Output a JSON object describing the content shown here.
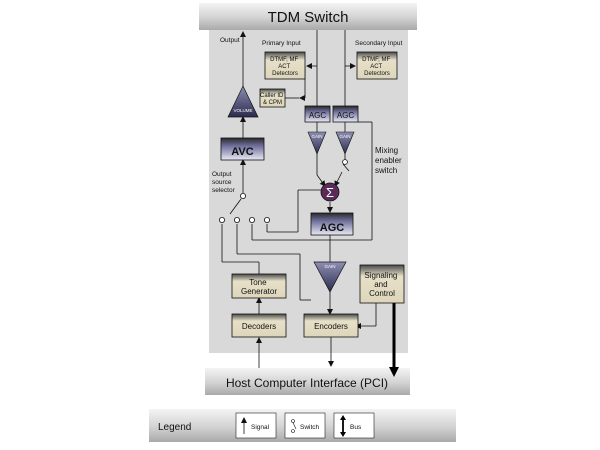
{
  "header_bar": {
    "label": "TDM Switch"
  },
  "footer_bar": {
    "label": "Host Computer Interface (PCI)"
  },
  "labels": {
    "output": "Output",
    "primary_input": "Primary Input",
    "secondary_input": "Secondary Input",
    "output_source_selector": [
      "Output",
      "source",
      "selector"
    ],
    "mixing_enabler_switch": [
      "Mixing",
      "enabler",
      "switch"
    ]
  },
  "blocks": {
    "dtmf_primary": [
      "DTMF, MF",
      "ACT",
      "Detectors"
    ],
    "dtmf_secondary": [
      "DTMF, MF",
      "ACT",
      "Detectors"
    ],
    "caller_id": [
      "Caller ID",
      "& CPM"
    ],
    "agc_left": "AGC",
    "agc_right": "AGC",
    "avc": "AVC",
    "agc_main": "AGC",
    "tone_generator": [
      "Tone",
      "Generator"
    ],
    "decoders": "Decoders",
    "encoders": "Encoders",
    "signaling_control": [
      "Signaling",
      "and",
      "Control"
    ],
    "volume": "VOLUME",
    "gain_main": "GAIN",
    "gain_left": "GAIN",
    "gain_right": "GAIN",
    "summer": "Σ"
  },
  "legend": {
    "title": "Legend",
    "signal": "Signal",
    "switch": "Switch",
    "bus": "Bus"
  }
}
